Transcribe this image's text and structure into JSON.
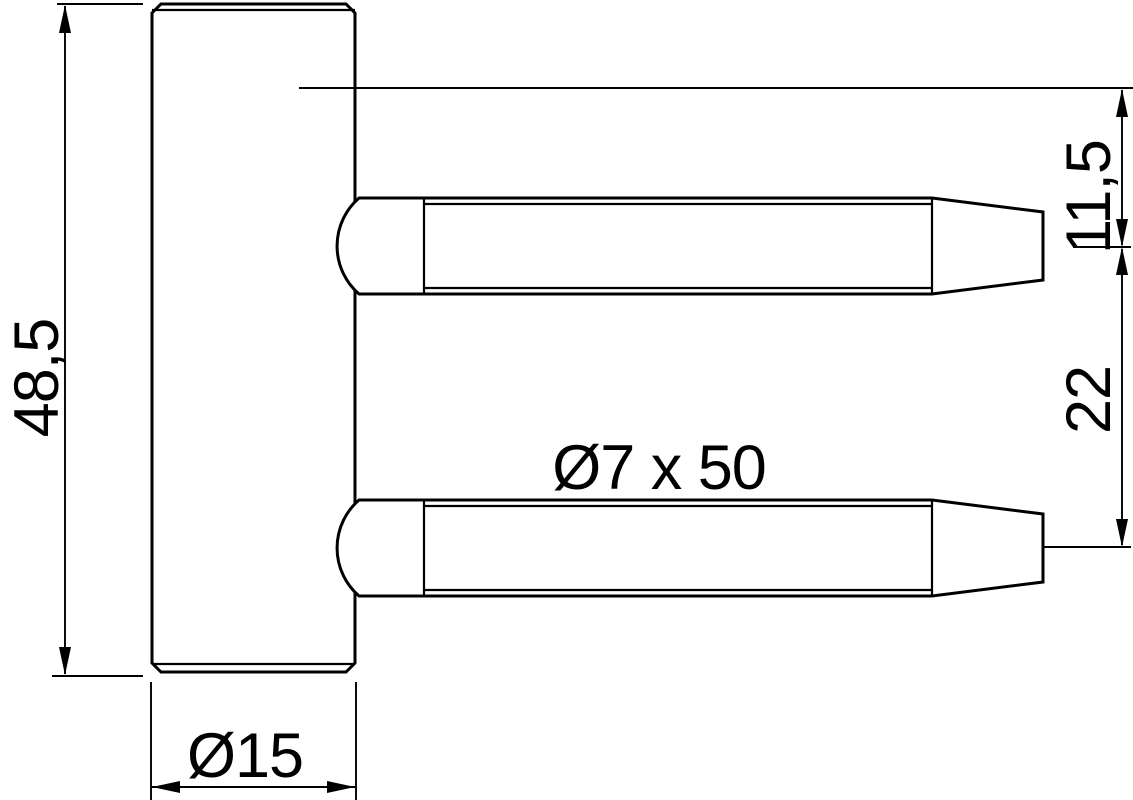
{
  "drawing": {
    "type": "technical-drawing",
    "subject": "hinge frame part with two fixing pins, side view",
    "labels": {
      "overall_height": "48,5",
      "barrel_diameter": "Ø15",
      "pin_size": "Ø7 x 50",
      "pin_offset_from_reference": "11,5",
      "pin_spacing": "22"
    },
    "colors": {
      "line": "#000000",
      "background": "#ffffff"
    }
  }
}
